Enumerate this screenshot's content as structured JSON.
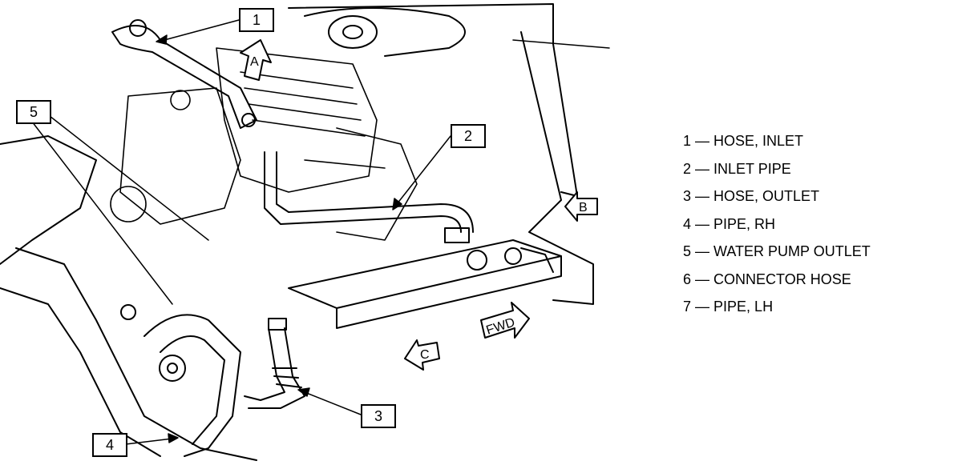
{
  "callouts": [
    "1",
    "2",
    "3",
    "4",
    "5"
  ],
  "view_arrows": {
    "a": "A",
    "b": "B",
    "c": "C",
    "fwd": "FWD"
  },
  "legend": [
    {
      "number": "1",
      "label": "HOSE, INLET"
    },
    {
      "number": "2",
      "label": "INLET PIPE"
    },
    {
      "number": "3",
      "label": "HOSE, OUTLET"
    },
    {
      "number": "4",
      "label": "PIPE, RH"
    },
    {
      "number": "5",
      "label": "WATER PUMP OUTLET"
    },
    {
      "number": "6",
      "label": "CONNECTOR HOSE"
    },
    {
      "number": "7",
      "label": "PIPE, LH"
    }
  ]
}
